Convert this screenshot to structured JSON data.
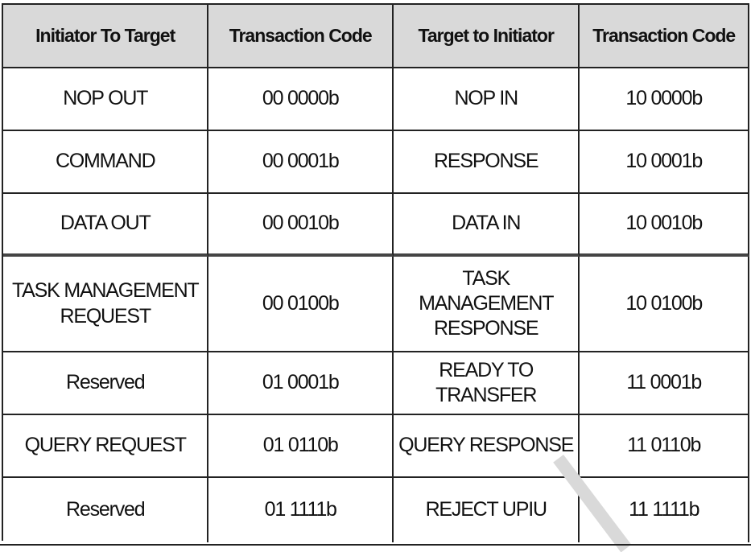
{
  "table": {
    "headers": [
      "Initiator To Target",
      "Transaction Code",
      "Target to Initiator",
      "Transaction Code"
    ],
    "rows": [
      [
        "NOP OUT",
        "00 0000b",
        "NOP IN",
        "10 0000b"
      ],
      [
        "COMMAND",
        "00 0001b",
        "RESPONSE",
        "10 0001b"
      ],
      [
        "DATA OUT",
        "00 0010b",
        "DATA IN",
        "10 0010b"
      ],
      [
        "TASK MANAGEMENT\nREQUEST",
        "00 0100b",
        "TASK MANAGEMENT\nRESPONSE",
        "10 0100b"
      ],
      [
        "Reserved",
        "01 0001b",
        "READY TO TRANSFER",
        "11 0001b"
      ],
      [
        "QUERY REQUEST",
        "01 0110b",
        "QUERY RESPONSE",
        "11 0110b"
      ],
      [
        "Reserved",
        "01 1111b",
        "REJECT UPIU",
        "11 1111b"
      ]
    ]
  },
  "colors": {
    "header_bg": "#d9d9d9",
    "border": "#222222",
    "watermark": "#d9d9d9"
  }
}
